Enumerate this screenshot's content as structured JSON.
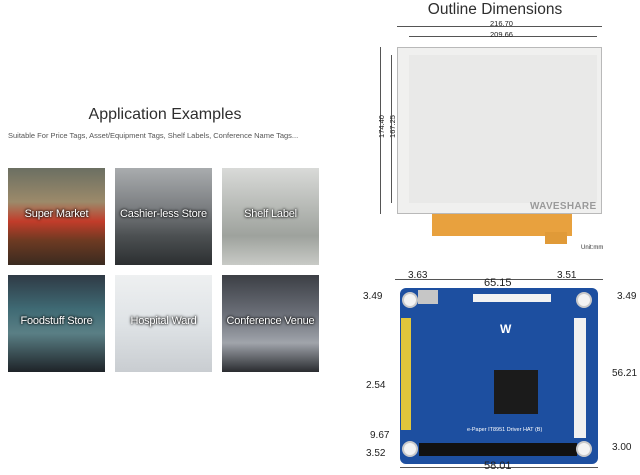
{
  "applications": {
    "title": "Application Examples",
    "subtitle": "Suitable For Price Tags, Asset/Equipment Tags, Shelf Labels, Conference Name Tags...",
    "tiles": [
      {
        "label": "Super Market"
      },
      {
        "label": "Cashier-less Store"
      },
      {
        "label": "Shelf Label"
      },
      {
        "label": "Foodstuff Store"
      },
      {
        "label": "Hospital Ward"
      },
      {
        "label": "Conference Venue"
      }
    ]
  },
  "outline": {
    "title": "Outline Dimensions",
    "panel": {
      "width_outer": "216.70",
      "width_inner": "209.66",
      "height_outer": "174.40",
      "height_inner": "167.25",
      "brand": "WAVESHARE",
      "unit": "Unit:mm"
    },
    "board": {
      "top_left": "3.63",
      "top_mid": "65.15",
      "top_right": "3.51",
      "left_top": "3.49",
      "right_top": "3.49",
      "left_mid": "2.54",
      "left_low": "9.67",
      "left_bottom": "3.52",
      "right_height": "56.21",
      "right_bottom": "3.00",
      "bottom_width": "58.01",
      "label": "e-Paper IT8951 Driver HAT (B)",
      "logo": "W"
    }
  }
}
